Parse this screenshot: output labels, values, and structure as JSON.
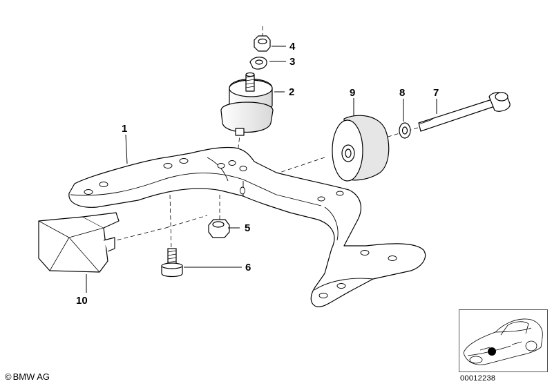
{
  "callouts": [
    "1",
    "2",
    "3",
    "4",
    "5",
    "6",
    "7",
    "8",
    "9",
    "10"
  ],
  "footer": {
    "copyright_symbol": "©",
    "copyright_text": "BMW AG",
    "diagram_id": "00012238"
  },
  "colors": {
    "line": "#000000",
    "background": "#ffffff",
    "shade": "#cfcfcf",
    "marker": "#000000"
  }
}
